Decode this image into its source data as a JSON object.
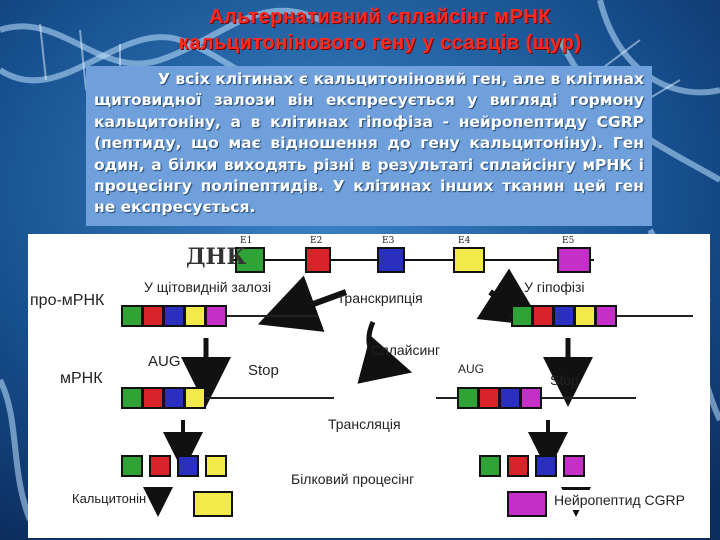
{
  "title": {
    "line1": "Альтернативний сплайсінг мРНК",
    "line2": "кальцитонінового гену у ссавців (щур)"
  },
  "description": "У всіх клітинах є кальцитоніновий ген, але в клітинах щитовидної залози він експресується у вигляді гормону кальцитоніну, а в клітинах гіпофіза - нейропептиду CGRP (пептиду, що має відношення до гену кальцитоніну). Ген один, а білки виходять різні в результаті сплайсінгу мРНК і процесінгу поліпептидів. У клітинах інших тканин цей ген не експресується.",
  "diagram": {
    "dna_label": "ДНК",
    "exons": [
      {
        "name": "E1",
        "color": "#2fa336"
      },
      {
        "name": "E2",
        "color": "#d8232a"
      },
      {
        "name": "E3",
        "color": "#2a2fc0"
      },
      {
        "name": "E4",
        "color": "#f1ea48"
      },
      {
        "name": "E5",
        "color": "#c42fc8"
      }
    ],
    "labels": {
      "pro_mrna": "про-мРНК",
      "mrna": "мРНК",
      "thyroid": "У щітовидній залозі",
      "transcription": "транскрипція",
      "pituitary": "У гіпофізі",
      "aug_left": "AUG",
      "stop_left": "Stop",
      "splicing": "Сплайсинг",
      "aug_right": "AUG",
      "stop_right": "Stop",
      "translation": "Трансляція",
      "protein_processing": "Білковий процесінг",
      "calcitonin": "Кальцитонін",
      "neuropeptide": "Нейропептид CGRP"
    }
  }
}
